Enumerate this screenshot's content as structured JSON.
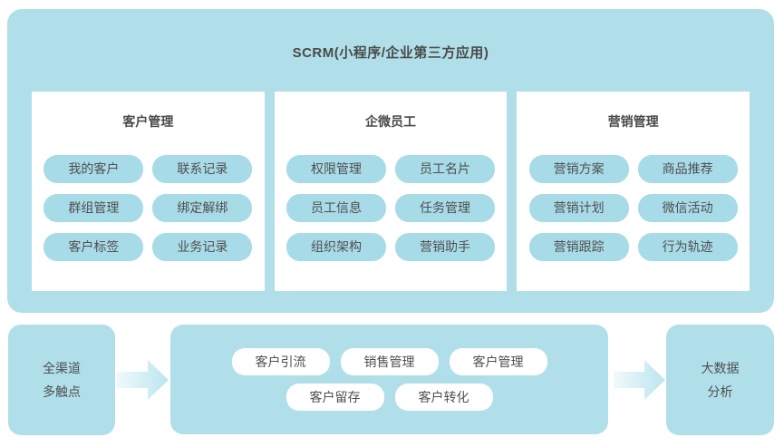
{
  "title": "SCRM(小程序/企业第三方应用)",
  "panels": [
    {
      "title": "客户管理",
      "items": [
        "我的客户",
        "联系记录",
        "群组管理",
        "绑定解绑",
        "客户标签",
        "业务记录"
      ]
    },
    {
      "title": "企微员工",
      "items": [
        "权限管理",
        "员工名片",
        "员工信息",
        "任务管理",
        "组织架构",
        "营销助手"
      ]
    },
    {
      "title": "营销管理",
      "items": [
        "营销方案",
        "商品推荐",
        "营销计划",
        "微信活动",
        "营销跟踪",
        "行为轨迹"
      ]
    }
  ],
  "flow": {
    "source": {
      "lines": [
        "全渠道",
        "多触点"
      ]
    },
    "process": {
      "row1": [
        "客户引流",
        "销售管理",
        "客户管理"
      ],
      "row2": [
        "客户留存",
        "客户转化"
      ]
    },
    "result": {
      "lines": [
        "大数据",
        "分析"
      ]
    }
  },
  "colors": {
    "container_blue": "#b0dfe9",
    "chip_blue": "#a8dbe8",
    "panel_white": "#ffffff",
    "text": "#4f4f4f",
    "arrow_gradient_from": "#f0f9fb",
    "arrow_gradient_to": "#bce5f0"
  }
}
